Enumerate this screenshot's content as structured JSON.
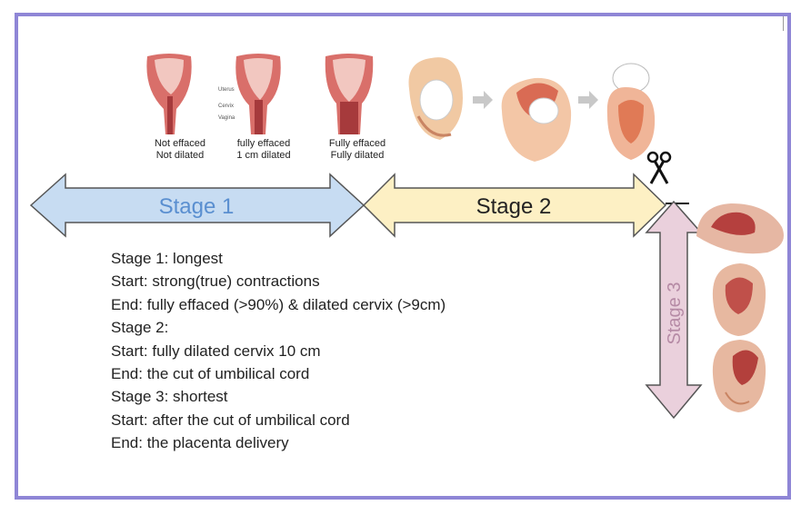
{
  "stages": {
    "stage1_label": "Stage 1",
    "stage2_label": "Stage 2",
    "stage3_label": "Stage 3"
  },
  "cervix_captions": [
    "Not effaced\nNot dilated",
    "fully effaced\n1 cm dilated",
    "Fully effaced\nFully dilated"
  ],
  "anatomy_labels": [
    "Uterus",
    "Cervix",
    "Vagina"
  ],
  "notes": [
    "Stage 1: longest",
    "Start: strong(true) contractions",
    "End: fully effaced (>90%) & dilated cervix (>9cm)",
    "Stage 2:",
    "Start: fully dilated cervix 10 cm",
    "End:  the cut of umbilical cord",
    "Stage 3: shortest",
    "Start: after the cut of umbilical cord",
    "End: the placenta delivery"
  ],
  "colors": {
    "frame": "#8f86d6",
    "stage1_fill": "#c7dcf2",
    "stage1_text": "#5a8fd0",
    "stage2_fill": "#fdf0c4",
    "stage3_fill": "#ead0dc"
  },
  "icons": [
    "scissors-icon",
    "grey-arrow-icon"
  ]
}
